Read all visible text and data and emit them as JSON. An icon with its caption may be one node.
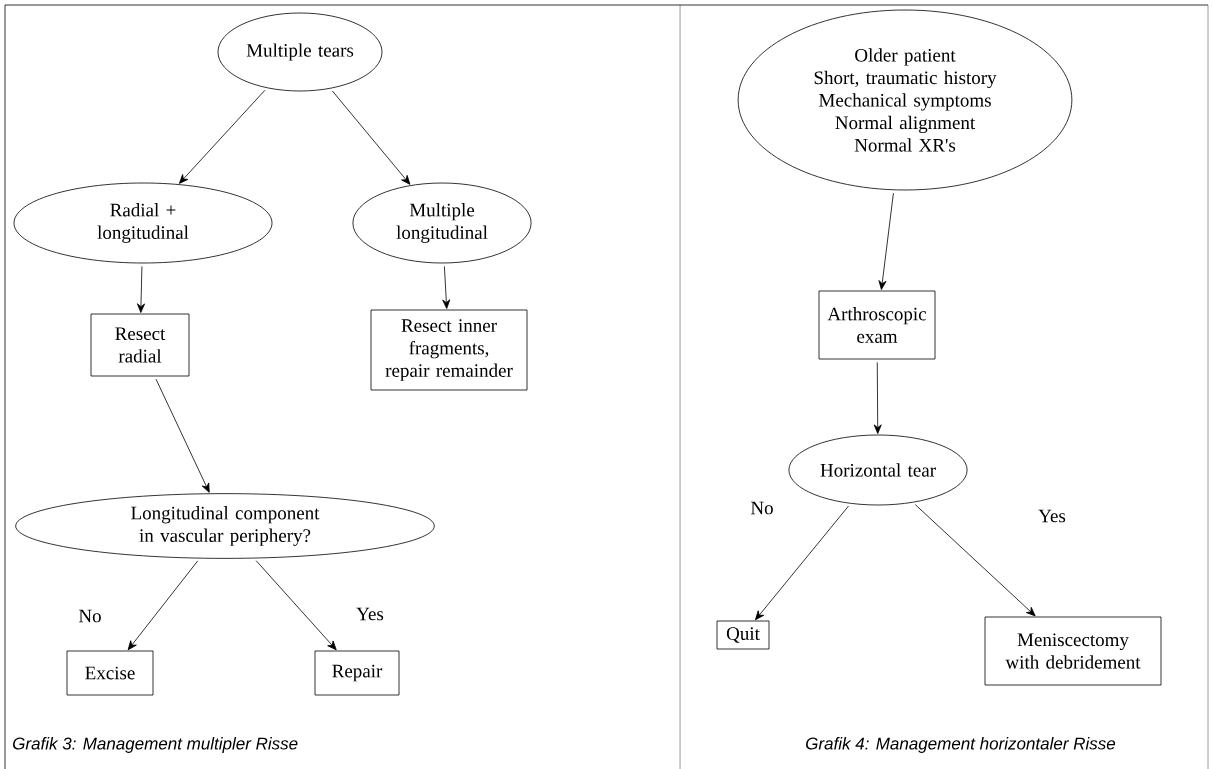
{
  "diagram": {
    "nodes": [
      {
        "text": [
          "Multiple tears"
        ]
      },
      {
        "text": [
          "Radial + longitudinal"
        ]
      },
      {
        "text": [
          "Multiple longitudinal"
        ]
      },
      {
        "text": [
          "Resect radial"
        ]
      },
      {
        "text": [
          "Resect inner fragments, repair remainder"
        ]
      },
      {
        "text": [
          "Longitudinal component in vascular periphery?"
        ]
      },
      {
        "text": [
          "Excise"
        ]
      },
      {
        "text": [
          "Repair"
        ]
      },
      {
        "text": [
          "Older patient",
          "Short, traumatic history",
          "Mechanical symptoms",
          "Normal alignment",
          "Normal XR's"
        ]
      },
      {
        "text": [
          "Arthroscopic exam"
        ]
      },
      {
        "text": [
          "Horizontal tear"
        ]
      },
      {
        "text": [
          "Quit"
        ]
      },
      {
        "text": [
          "Meniscectomy with debridement"
        ]
      }
    ],
    "edges": [
      {
        "from": 0,
        "to": 1,
        "arrow": "to"
      },
      {
        "from": 0,
        "to": 2,
        "arrow": "to"
      },
      {
        "from": 1,
        "to": 3,
        "arrow": "to"
      },
      {
        "from": 2,
        "to": 4,
        "arrow": "to"
      },
      {
        "from": 3,
        "to": 5,
        "arrow": "to"
      },
      {
        "from": 5,
        "to": 6,
        "label": "No",
        "arrow": "to"
      },
      {
        "from": 5,
        "to": 7,
        "label": "Yes",
        "arrow": "to"
      },
      {
        "from": 8,
        "to": 9,
        "arrow": "to"
      },
      {
        "from": 9,
        "to": 10,
        "arrow": "to"
      },
      {
        "from": 10,
        "to": 11,
        "label": "No",
        "arrow": "to"
      },
      {
        "from": 10,
        "to": 12,
        "label": "Yes",
        "arrow": "to"
      }
    ],
    "labels": [
      "Grafik 3: Management multipler Risse",
      "Grafik 4: Management horizontaler Risse"
    ]
  }
}
